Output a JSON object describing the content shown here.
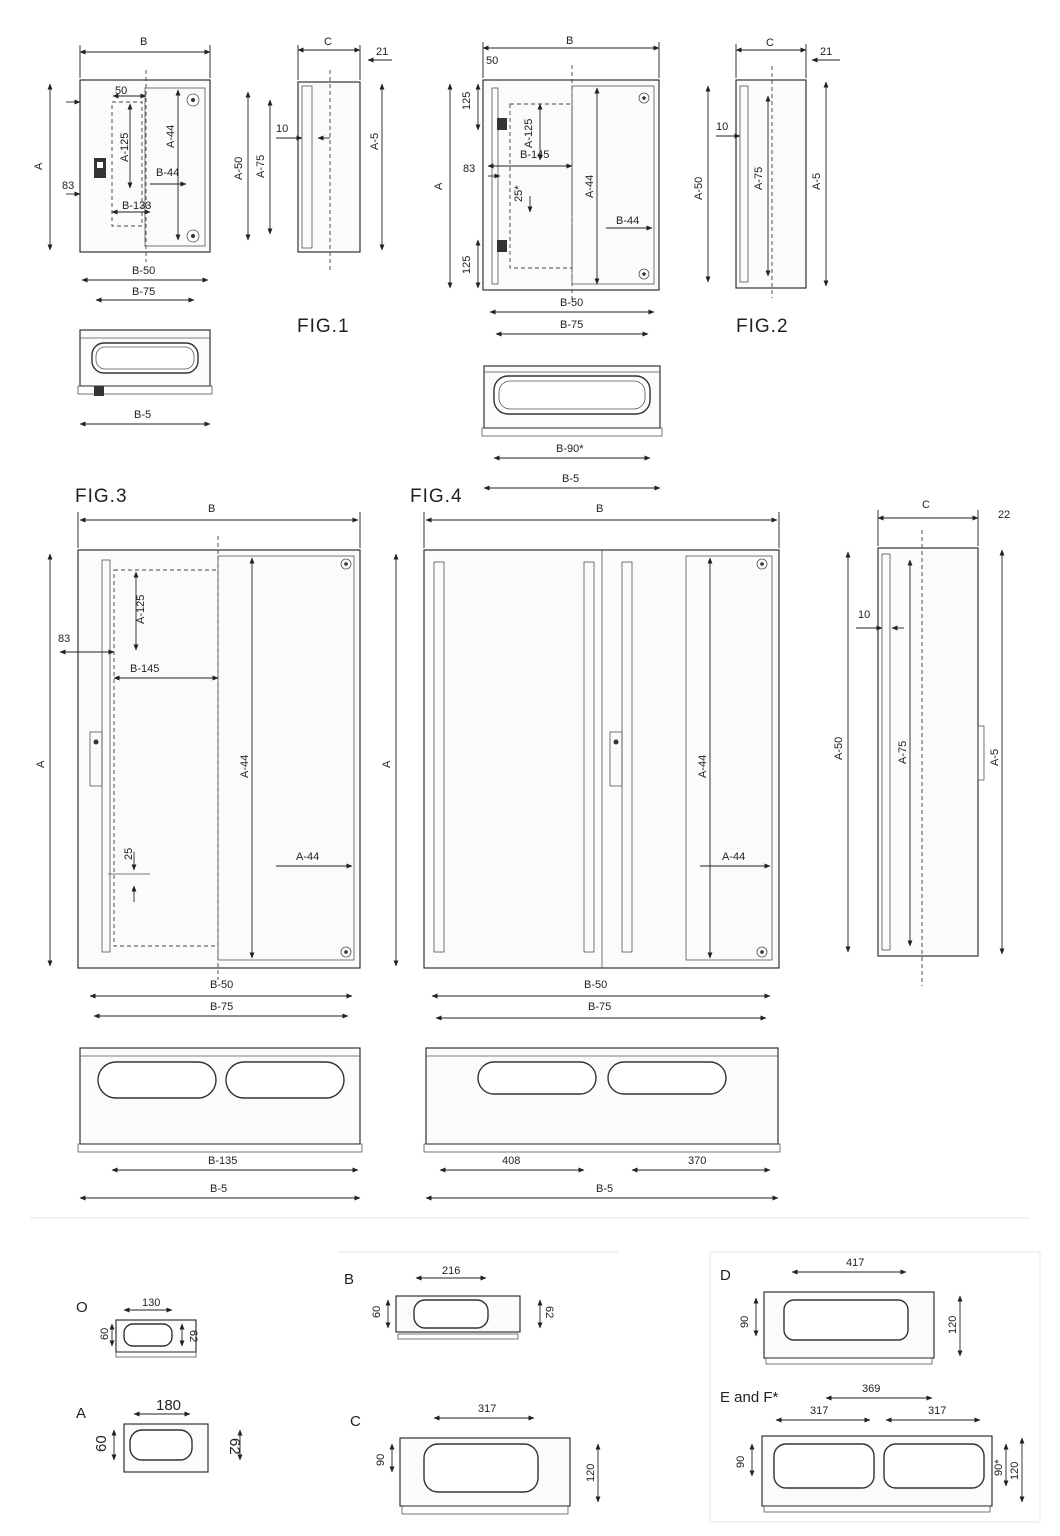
{
  "figures": {
    "fig1": "FIG.1",
    "fig2": "FIG.2",
    "fig3": "FIG.3",
    "fig4": "FIG.4"
  },
  "dims": {
    "B": "B",
    "A": "A",
    "C": "C",
    "d21": "21",
    "d22": "22",
    "d50": "50",
    "d83": "83",
    "d10": "10",
    "d125": "125",
    "d25": "25",
    "d25s": "25*",
    "A125": "A-125",
    "A44": "A-44",
    "A50": "A-50",
    "A75": "A-75",
    "A5": "A-5",
    "B44": "B-44",
    "B133": "B-133",
    "B145": "B-145",
    "B50": "B-50",
    "B75": "B-75",
    "B5": "B-5",
    "B90s": "B-90*",
    "B135": "B-135",
    "d408": "408",
    "d370": "370"
  },
  "openings": {
    "O": {
      "label": "O",
      "w": "130",
      "h1": "60",
      "h2": "62"
    },
    "A": {
      "label": "A",
      "w": "180",
      "h1": "60",
      "h2": "62"
    },
    "B": {
      "label": "B",
      "w": "216",
      "h1": "60",
      "h2": "62"
    },
    "C": {
      "label": "C",
      "w": "317",
      "h1": "90",
      "h2": "120"
    },
    "D": {
      "label": "D",
      "w": "417",
      "h1": "90",
      "h2": "120"
    },
    "EF": {
      "label": "E and F*",
      "pitch": "369",
      "w1": "317",
      "w2": "317",
      "h1": "90",
      "h2": "90*",
      "h3": "120"
    }
  }
}
